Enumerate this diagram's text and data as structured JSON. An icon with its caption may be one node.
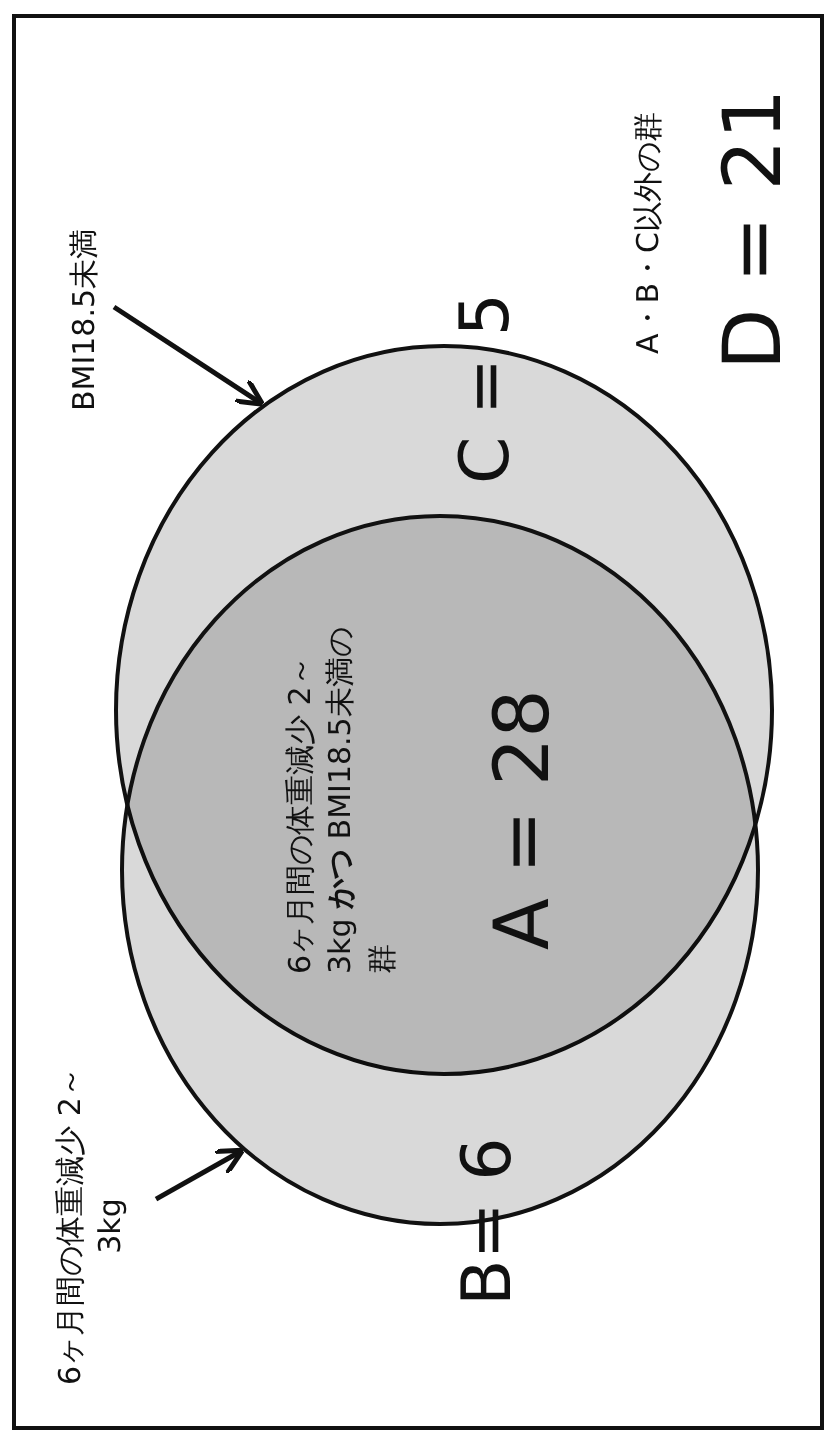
{
  "diagram": {
    "nodes": [
      {
        "text": [
          "BMI18.5未満"
        ]
      },
      {
        "text": [
          "C = 5"
        ]
      },
      {
        "text": [
          "6ヶ月間の体重減少 2～3kg"
        ]
      },
      {
        "text": [
          "B= 6"
        ]
      }
    ],
    "edges": [
      {
        "from": 0,
        "to": 1,
        "arrow": "to"
      },
      {
        "from": 2,
        "to": 3,
        "arrow": "to"
      }
    ],
    "labels": [
      "A・B・C以外の群",
      "D = 21",
      "6ヶ月間の体重減少 2～3kg **かつ** BMI18.5未満の群",
      "A = 28"
    ]
  }
}
